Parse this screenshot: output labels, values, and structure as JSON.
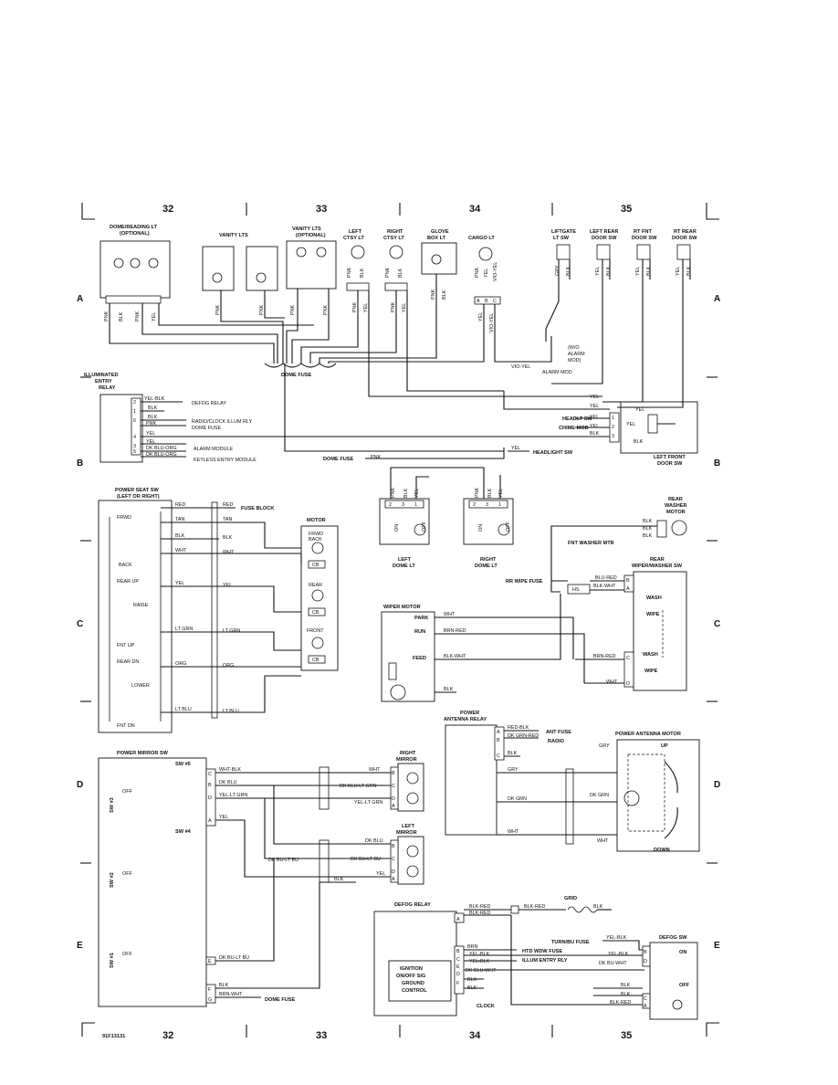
{
  "grid": {
    "top_columns": [
      "32",
      "33",
      "34",
      "35"
    ],
    "bottom_columns": [
      "32",
      "33",
      "34",
      "35"
    ],
    "rows": [
      "A",
      "B",
      "C",
      "D",
      "E"
    ],
    "figure_id": "91F13131"
  },
  "components": {
    "dome_reading": [
      "DOME/READING LT",
      "(OPTIONAL)"
    ],
    "vanity": [
      "VANITY LTS"
    ],
    "vanity_opt": [
      "VANITY LTS",
      "(OPTIONAL)"
    ],
    "left_ctsy": [
      "LEFT",
      "CTSY LT"
    ],
    "right_ctsy": [
      "RIGHT",
      "CTSY LT"
    ],
    "glove_box": [
      "GLOVE",
      "BOX LT"
    ],
    "cargo": [
      "CARGO LT"
    ],
    "liftgate": [
      "LIFTGATE",
      "LT SW"
    ],
    "left_rear_door": [
      "LEFT REAR",
      "DOOR SW"
    ],
    "rt_fnt_door": [
      "RT FNT",
      "DOOR SW"
    ],
    "rt_rear_door": [
      "RT REAR",
      "DOOR SW"
    ],
    "illum_entry": [
      "ILLUMINATED",
      "ENTRY",
      "RELAY"
    ],
    "left_front_door": [
      "LEFT FRONT",
      "DOOR SW"
    ],
    "left_dome": [
      "LEFT",
      "DOME LT"
    ],
    "right_dome": [
      "RIGHT",
      "DOME LT"
    ],
    "power_seat": [
      "POWER SEAT SW",
      "(LEFT OR RIGHT)"
    ],
    "motor": "MOTOR",
    "rear_washer_motor": [
      "REAR",
      "WASHER",
      "MOTOR"
    ],
    "rear_wiper_sw": [
      "REAR",
      "WIPER/WASHER SW"
    ],
    "wiper_motor": "WIPER MOTOR",
    "power_antenna_relay": [
      "POWER",
      "ANTENNA RELAY"
    ],
    "power_antenna_motor": "POWER ANTENNA MOTOR",
    "power_mirror_sw": "POWER MIRROR SW",
    "right_mirror": [
      "RIGHT",
      "MIRROR"
    ],
    "left_mirror": [
      "LEFT",
      "MIRROR"
    ],
    "defog_relay": "DEFOG RELAY",
    "defog_sw": "DEFOG SW",
    "grid_label": "GRID",
    "ignition_box": [
      "IGNITION",
      "ON/OFF SIG",
      "GROUND",
      "CONTROL"
    ]
  },
  "labels": {
    "dome_fuse": "DOME FUSE",
    "wo_alarm": [
      "(W/O",
      "ALARM",
      "MOD)"
    ],
    "alarm_mod": "ALARM MOD",
    "defog_relay_ref": "DEFOG RELAY",
    "radio_clock": "RADIO/CLOCK ILLUM RLY",
    "alarm_module": "ALARM MODULE",
    "keyless": "KEYLESS ENTRY MODULE",
    "headlt_sw": "HEADLT SW",
    "chime_mod": "CHIME MOD",
    "headlight_sw": "HEADLIGHT SW",
    "fuse_block": "FUSE BLOCK",
    "fnt_washer_mtr": "FNT WASHER MTR",
    "rr_wipe_fuse": "RR WIPE FUSE",
    "hs": "HS",
    "park": "PARK",
    "run": "RUN",
    "feed": "FEED",
    "wash": "WASH",
    "wipe": "WIPE",
    "ant_fuse": "ANT FUSE",
    "radio": "RADIO",
    "up": "UP",
    "down": "DOWN",
    "turn_bu_fuse": "TURN/BU FUSE",
    "htd_wdw_fuse": "HTD WDW FUSE",
    "illum_entry_rly": "ILLUM ENTRY RLY",
    "clock": "CLOCK",
    "on": "ON",
    "off": "OFF",
    "frwd": "FRWD",
    "back": "BACK",
    "rear_up": "REAR UP",
    "raise": "RAISE",
    "fnt_up": "FNT UP",
    "rear_dn": "REAR DN",
    "lower": "LOWER",
    "fnt_dn": "FNT DN",
    "frwd_back": [
      "FRWD",
      "BACK"
    ],
    "rear": "REAR",
    "front": "FRONT",
    "cb": "CB",
    "sw5": "SW #5",
    "sw4": "SW #4",
    "sw3": "SW #3",
    "sw2": "SW #2",
    "sw1": "SW #1"
  },
  "wires": {
    "pnk": "PNK",
    "blk": "BLK",
    "yel": "YEL",
    "red": "RED",
    "tan": "TAN",
    "wht": "WHT",
    "gry": "GRY",
    "ltgrn": "LT GRN",
    "org": "ORG",
    "ltblu": "LT BLU",
    "brn": "BRN",
    "dkblu": "DK BLU",
    "dkgrn": "DK GRN",
    "vioyel": "VIO-YEL",
    "yelblk": "YEL-BLK",
    "dkbluorg": "DK BLU-ORG",
    "bluorg": "DK BLU-ORG",
    "blured": "BLU-RED",
    "blkwht": "BLK-WHT",
    "brnred": "BRN-RED",
    "redblk": "RED-BLK",
    "dkgrnred": "DK GRN-RED",
    "whtblk": "WHT-BLK",
    "yelltgrn": "YEL-LT GRN",
    "dkbultgrn": "DK BLU-LT GRN",
    "dkbultbu": "DK BU-LT BU",
    "blkred": "BLK-RED",
    "brnwht": "BRN-WHT",
    "dkbluwht": "DK BLU-WHT",
    "dkbuwht": "DK BU-WHT",
    "dkbultblu": "DK BLU-LT BLU"
  },
  "connector_pins": {
    "abc": [
      "A",
      "B",
      "C"
    ],
    "abcd": [
      "A",
      "B",
      "C",
      "D"
    ],
    "abcdefg": [
      "A",
      "B",
      "C",
      "D",
      "E",
      "F",
      "G"
    ],
    "relay_pins": [
      "2",
      "1",
      "6",
      "4",
      "3",
      "5"
    ],
    "door_pins": [
      "1",
      "2",
      "3"
    ],
    "dome_pins": [
      "2",
      "3",
      "1"
    ]
  }
}
